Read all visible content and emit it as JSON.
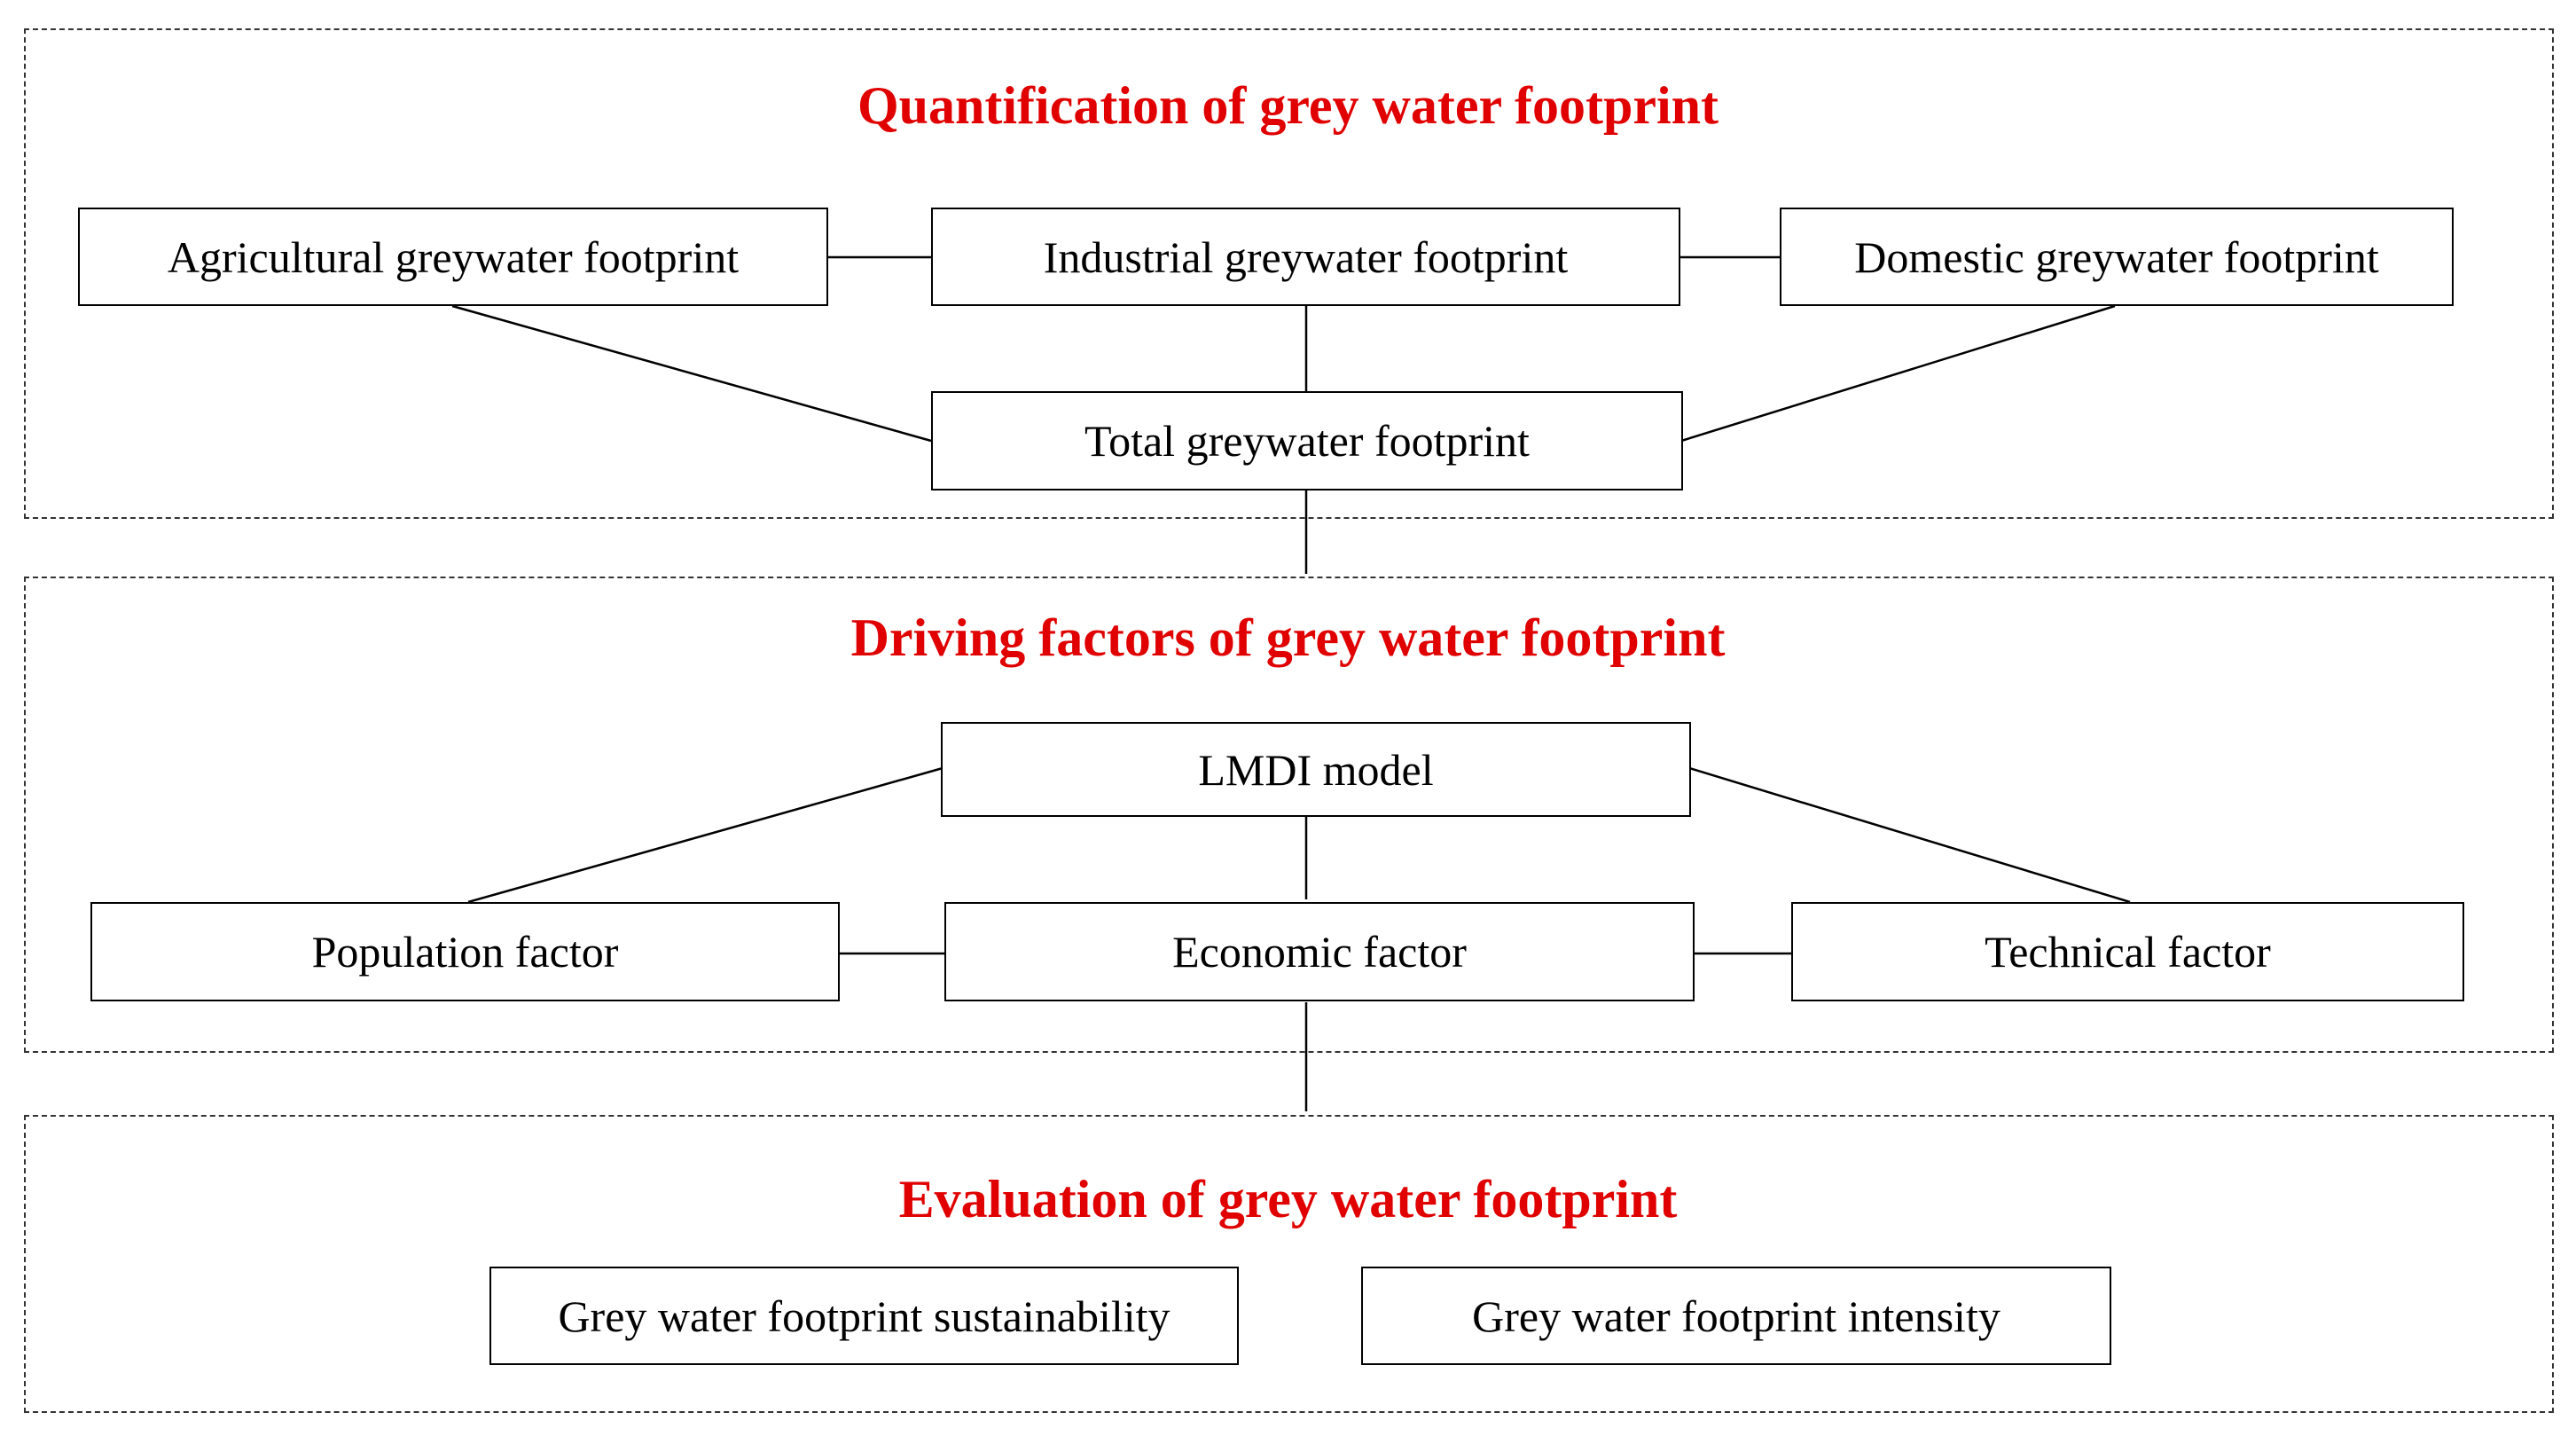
{
  "colors": {
    "title": "#e00000",
    "border": "#000000",
    "dashed_border": "#333333",
    "background": "#ffffff"
  },
  "sections": {
    "quantification": {
      "title": "Quantification of grey water footprint",
      "nodes": {
        "agricultural": "Agricultural greywater footprint",
        "industrial": "Industrial greywater footprint",
        "domestic": "Domestic greywater footprint",
        "total": "Total greywater footprint"
      }
    },
    "driving": {
      "title": "Driving factors of grey water footprint",
      "nodes": {
        "lmdi": "LMDI model",
        "population": "Population factor",
        "economic": "Economic factor",
        "technical": "Technical factor"
      }
    },
    "evaluation": {
      "title": "Evaluation of grey water footprint",
      "nodes": {
        "sustainability": "Grey water footprint sustainability",
        "intensity": "Grey water footprint intensity"
      }
    }
  }
}
